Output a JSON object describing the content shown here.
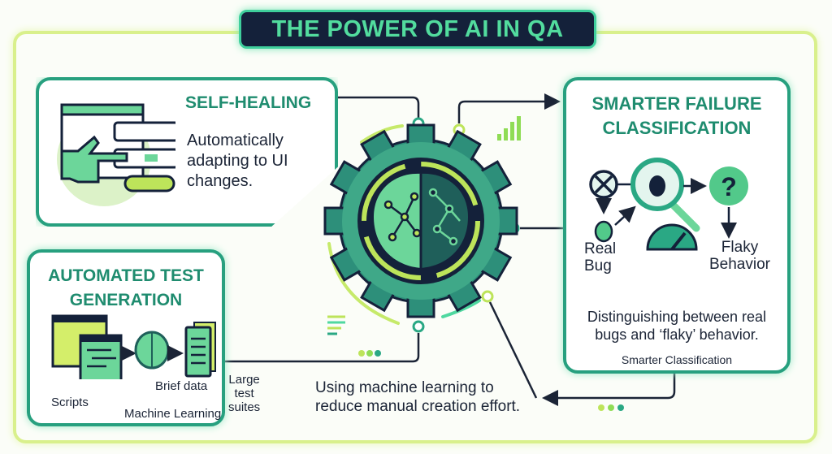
{
  "title": "THE POWER OF AI IN QA",
  "self_healing": {
    "heading": "SELF-HEALING",
    "description_lines": [
      "Automatically",
      "adapting to UI",
      "changes."
    ]
  },
  "test_generation": {
    "heading_lines": [
      "AUTOMATED TEST",
      "GENERATION"
    ],
    "labels": {
      "scripts": "Scripts",
      "brief_data": "Brief data",
      "large_suites_lines": [
        "Large",
        "test suites"
      ],
      "machine_learning": "Machine Learning"
    },
    "description_lines": [
      "Using machine learning to",
      "reduce manual creation effort."
    ]
  },
  "failure_classification": {
    "heading_lines": [
      "SMARTER FAILURE",
      "CLASSIFICATION"
    ],
    "labels": {
      "real_bug_lines": [
        "Real",
        "Bug"
      ],
      "flaky_lines": [
        "Flaky",
        "Behavior"
      ]
    },
    "description_lines": [
      "Distinguishing between real",
      "bugs and ‘flaky’ behavior."
    ],
    "caption": "Smarter Classification"
  },
  "colors": {
    "teal": "#27a07f",
    "heading_green": "#1f8c6f",
    "lime": "#d9f08c",
    "navy": "#14213a",
    "mint": "#52dc9e"
  }
}
